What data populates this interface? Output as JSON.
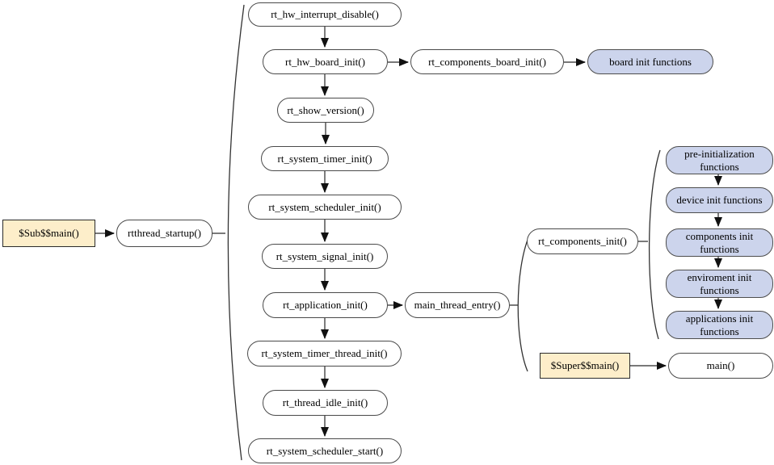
{
  "diagram": {
    "colors": {
      "background": "#ffffff",
      "process_fill": "#ffffff",
      "process_border": "#4a4a4a",
      "group_fill": "#ccd4ec",
      "group_border": "#4d4d4d",
      "entry_fill": "#fdeeca",
      "entry_border": "#2b2b2b",
      "connector_line": "#666666",
      "arrowhead": "#111111",
      "brace": "#333333"
    },
    "nodes": {
      "sub_main": {
        "label": "$Sub$$main()",
        "shape": "rect",
        "fill": "entry"
      },
      "rtthread_startup": {
        "label": "rtthread_startup()",
        "shape": "stadium",
        "fill": "process"
      },
      "hw_interrupt_disable": {
        "label": "rt_hw_interrupt_disable()",
        "shape": "stadium",
        "fill": "process"
      },
      "hw_board_init": {
        "label": "rt_hw_board_init()",
        "shape": "stadium",
        "fill": "process"
      },
      "components_board_init": {
        "label": "rt_components_board_init()",
        "shape": "stadium",
        "fill": "process"
      },
      "board_init_functions": {
        "label": "board init functions",
        "shape": "stadium",
        "fill": "group"
      },
      "show_version": {
        "label": "rt_show_version()",
        "shape": "stadium",
        "fill": "process"
      },
      "system_timer_init": {
        "label": "rt_system_timer_init()",
        "shape": "stadium",
        "fill": "process"
      },
      "system_scheduler_init": {
        "label": "rt_system_scheduler_init()",
        "shape": "stadium",
        "fill": "process"
      },
      "system_signal_init": {
        "label": "rt_system_signal_init()",
        "shape": "stadium",
        "fill": "process"
      },
      "application_init": {
        "label": "rt_application_init()",
        "shape": "stadium",
        "fill": "process"
      },
      "main_thread_entry": {
        "label": "main_thread_entry()",
        "shape": "stadium",
        "fill": "process"
      },
      "system_timer_thread_init": {
        "label": "rt_system_timer_thread_init()",
        "shape": "stadium",
        "fill": "process"
      },
      "thread_idle_init": {
        "label": "rt_thread_idle_init()",
        "shape": "stadium",
        "fill": "process"
      },
      "system_scheduler_start": {
        "label": "rt_system_scheduler_start()",
        "shape": "stadium",
        "fill": "process"
      },
      "components_init": {
        "label": "rt_components_init()",
        "shape": "stadium",
        "fill": "process"
      },
      "pre_initialization_functions": {
        "label": "pre-initialization functions",
        "shape": "stadium",
        "fill": "group"
      },
      "device_init_functions": {
        "label": "device init functions",
        "shape": "stadium",
        "fill": "group"
      },
      "components_init_functions": {
        "label": "components init functions",
        "shape": "stadium",
        "fill": "group"
      },
      "enviroment_init_functions": {
        "label": "enviroment init functions",
        "shape": "stadium",
        "fill": "group"
      },
      "applications_init_functions": {
        "label": "applications init functions",
        "shape": "stadium",
        "fill": "group"
      },
      "super_main": {
        "label": "$Super$$main()",
        "shape": "rect",
        "fill": "entry"
      },
      "main_fn": {
        "label": "main()",
        "shape": "stadium",
        "fill": "process"
      }
    },
    "edges": [
      {
        "from": "sub_main",
        "to": "rtthread_startup",
        "style": "arrow"
      },
      {
        "from": "rtthread_startup",
        "to": "startup-brace-group",
        "style": "brace"
      },
      {
        "from": "hw_interrupt_disable",
        "to": "hw_board_init",
        "style": "arrow"
      },
      {
        "from": "hw_board_init",
        "to": "components_board_init",
        "style": "arrow"
      },
      {
        "from": "components_board_init",
        "to": "board_init_functions",
        "style": "arrow"
      },
      {
        "from": "hw_board_init",
        "to": "show_version",
        "style": "arrow"
      },
      {
        "from": "show_version",
        "to": "system_timer_init",
        "style": "arrow"
      },
      {
        "from": "system_timer_init",
        "to": "system_scheduler_init",
        "style": "arrow"
      },
      {
        "from": "system_scheduler_init",
        "to": "system_signal_init",
        "style": "arrow"
      },
      {
        "from": "system_signal_init",
        "to": "application_init",
        "style": "arrow"
      },
      {
        "from": "application_init",
        "to": "main_thread_entry",
        "style": "arrow"
      },
      {
        "from": "application_init",
        "to": "system_timer_thread_init",
        "style": "arrow"
      },
      {
        "from": "system_timer_thread_init",
        "to": "thread_idle_init",
        "style": "arrow"
      },
      {
        "from": "thread_idle_init",
        "to": "system_scheduler_start",
        "style": "arrow"
      },
      {
        "from": "main_thread_entry",
        "to": "main-thread-brace-group",
        "style": "brace"
      },
      {
        "from": "components_init",
        "to": "init-functions-brace-group",
        "style": "brace"
      },
      {
        "from": "pre_initialization_functions",
        "to": "device_init_functions",
        "style": "arrow"
      },
      {
        "from": "device_init_functions",
        "to": "components_init_functions",
        "style": "arrow"
      },
      {
        "from": "components_init_functions",
        "to": "enviroment_init_functions",
        "style": "arrow"
      },
      {
        "from": "enviroment_init_functions",
        "to": "applications_init_functions",
        "style": "arrow"
      },
      {
        "from": "super_main",
        "to": "main_fn",
        "style": "arrow"
      }
    ]
  }
}
